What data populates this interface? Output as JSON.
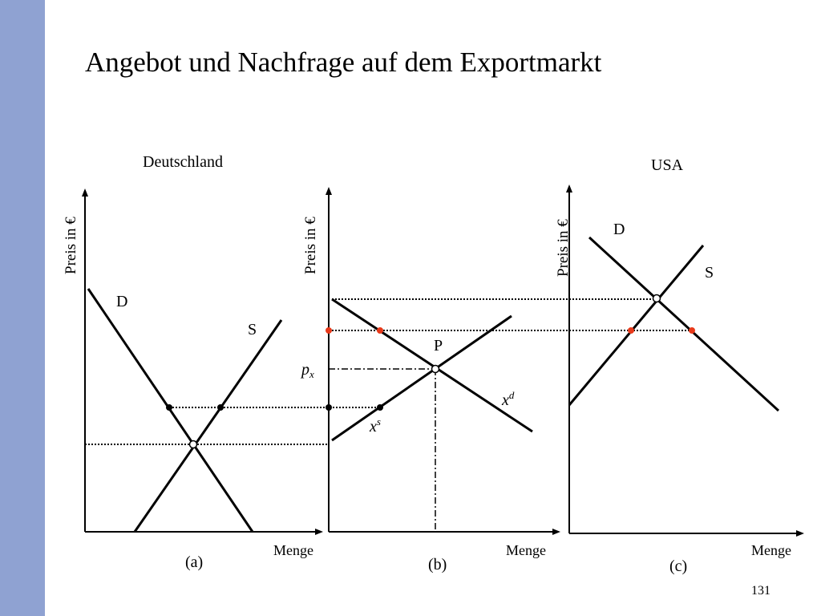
{
  "slide": {
    "title": "Angebot und Nachfrage auf dem Exportmarkt",
    "page_number": "131",
    "accent_band_color": "#8fa2d2"
  },
  "panels": {
    "a": {
      "country": "Deutschland",
      "caption": "(a)",
      "y_axis_label": "Preis in €",
      "x_axis_label": "Menge",
      "demand_label": "D",
      "supply_label": "S"
    },
    "b": {
      "caption": "(b)",
      "y_axis_label": "Preis in €",
      "x_axis_label": "Menge",
      "equilibrium_label": "P",
      "price_label": "p",
      "price_sub": "x",
      "demand_curve_label": "x",
      "demand_curve_sup": "d",
      "supply_curve_label": "x",
      "supply_curve_sup": "s"
    },
    "c": {
      "country": "USA",
      "caption": "(c)",
      "y_axis_label": "Preis in €",
      "x_axis_label": "Menge",
      "demand_label": "D",
      "supply_label": "S"
    }
  },
  "colors": {
    "line": "#000000",
    "highlight_dot": "#e8391a"
  }
}
